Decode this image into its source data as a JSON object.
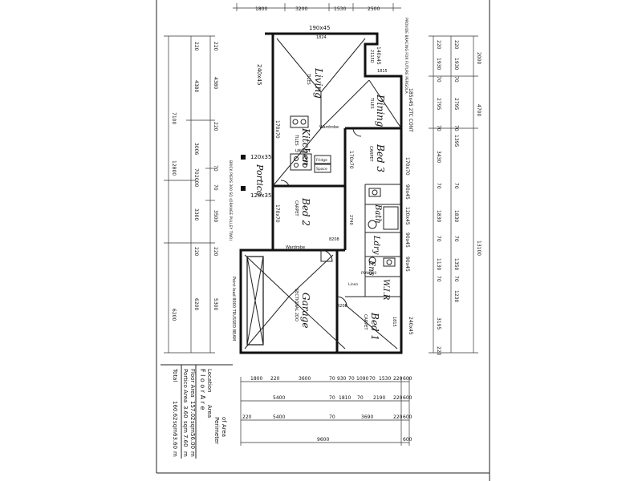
{
  "rooms": {
    "living": {
      "name": "Living",
      "code": "TILES"
    },
    "dining": {
      "name": "Dining",
      "code": "TILES"
    },
    "kitchen": {
      "name": "Kitchen",
      "code": "TILES"
    },
    "portico": {
      "name": "Portico"
    },
    "bed2": {
      "name": "Bed 2",
      "code": "CARPET"
    },
    "bed3": {
      "name": "Bed 3",
      "code": "CARPET"
    },
    "bed1": {
      "name": "Bed 1",
      "code": "CARPET"
    },
    "bath": {
      "name": "Bath"
    },
    "laundry": {
      "name": "Ldry"
    },
    "ens": {
      "name": "Ens"
    },
    "wir": {
      "name": "W.I.R"
    },
    "garage": {
      "name": "Garage",
      "code": "SECTIONAL 2DO"
    }
  },
  "labels": {
    "beam_top": "190x45",
    "beam_top_dim": "1824",
    "frame_left": "240x45",
    "beam_corner": "140x45",
    "corner_dim": "2115D",
    "corner_dim2": "1815",
    "future_pergola": "PROVIDE BRACING FOR FUTURE PERGOLA",
    "cont_beam": "185x45 2TC CONT",
    "lintel_1": "170x70",
    "lintel_2": "170x70",
    "portico_beam1": "120x35",
    "portico_beam2": "120x35",
    "brick_piers": "BRICK PIERS 300 SQ (ORANGE PULLEY TWO)",
    "wardrobe1": "Wardrobe",
    "wardrobe2": "Wardrobe",
    "ubo": "UBO/CT",
    "fridge": "Fridge",
    "pantry": "Space",
    "linen": "Linen",
    "pdw": "PDW720",
    "lintel_3": "170x70",
    "lintel_4": "170x70",
    "lintel_5": "90x45",
    "lintel_6": "120x45",
    "lintel_7": "90x45",
    "lintel_8": "90x45",
    "garage_beam": "Point load 8000 TRUSSED BEAM",
    "right_frame": "240x45",
    "door_8208": "8208",
    "door_8208b": "8208",
    "dim_2740": "2740",
    "dim_1815": "1815"
  },
  "top_dims": [
    "1800",
    "3200",
    "1530",
    "2500"
  ],
  "left_dims_outer": [
    "7100",
    "12800",
    "6200"
  ],
  "left_dims_mid": [
    "220",
    "4380",
    "3006",
    "70",
    "2000",
    "3300",
    "220",
    "6200"
  ],
  "left_dims_inner": [
    "220",
    "4380",
    "220",
    "70",
    "70",
    "3500",
    "220",
    "5300"
  ],
  "right_dims_outer": [
    "2000",
    "4700",
    "13100"
  ],
  "right_dims_mid": [
    "220",
    "1930",
    "70",
    "2795",
    "70",
    "3430",
    "70",
    "1830",
    "70",
    "1130",
    "70",
    "3195",
    "220"
  ],
  "right_dims_inner": [
    "220",
    "1930",
    "70",
    "2795",
    "70",
    "1395",
    "70",
    "1830",
    "70",
    "1350",
    "70",
    "1230"
  ],
  "bottom_dims": {
    "row1": [
      "1800",
      "220",
      "3600",
      "70",
      "930",
      "70",
      "1090",
      "70",
      "1530",
      "220",
      "600"
    ],
    "row2": [
      "5400",
      "70",
      "1810",
      "70",
      "2190",
      "220",
      "600"
    ],
    "row3": [
      "220",
      "5400",
      "70",
      "3690",
      "220",
      "600"
    ],
    "row4": [
      "9600",
      "600"
    ]
  },
  "area_table": {
    "title": "F l o o r  A r e",
    "col_location": "Location",
    "col_area": "Area",
    "col_perimeter": "Perimeter",
    "col_of_area": "of Area",
    "rows": [
      {
        "label": "Floor Area",
        "area": "157.02",
        "unit": "sqm",
        "perimeter": "56.00",
        "unit2": "m"
      },
      {
        "label": "Portico Area",
        "area": "3.60",
        "unit": "sqm",
        "perimeter": "7.60",
        "unit2": "m"
      },
      {
        "label": "Total",
        "area": "160.62",
        "unit": "sqm",
        "perimeter": "63.60",
        "unit2": "m"
      }
    ]
  }
}
